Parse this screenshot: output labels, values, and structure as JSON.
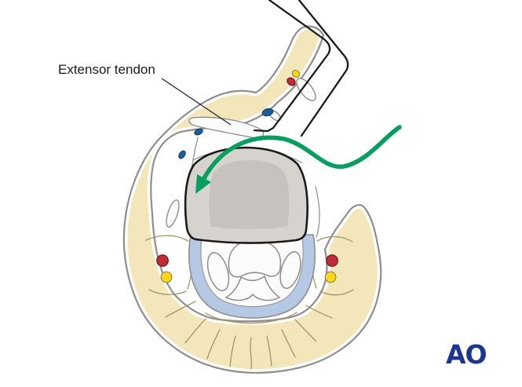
{
  "labels": {
    "extensor_tendon": "Extensor tendon"
  },
  "logo": {
    "text": "AO"
  },
  "icons": {
    "approach_arrow": "curved-green-approach-arrow"
  },
  "colors": {
    "skin_tan": "#F2E6BA",
    "outline_gray": "#8E8E8E",
    "bone_gray": "#D6D2CE",
    "bone_inner_gray": "#C7C2BE",
    "bone_outline": "#1A1A1A",
    "capsule_blue": "#B5C9E4",
    "joint_white": "#FBFBFB",
    "artery_red": "#C12B38",
    "nerve_yellow": "#FFD60F",
    "vein_blue": "#1E5C97",
    "arrow_green": "#089E62",
    "logo_blue": "#1B3593",
    "septa_brown": "#A39468"
  }
}
